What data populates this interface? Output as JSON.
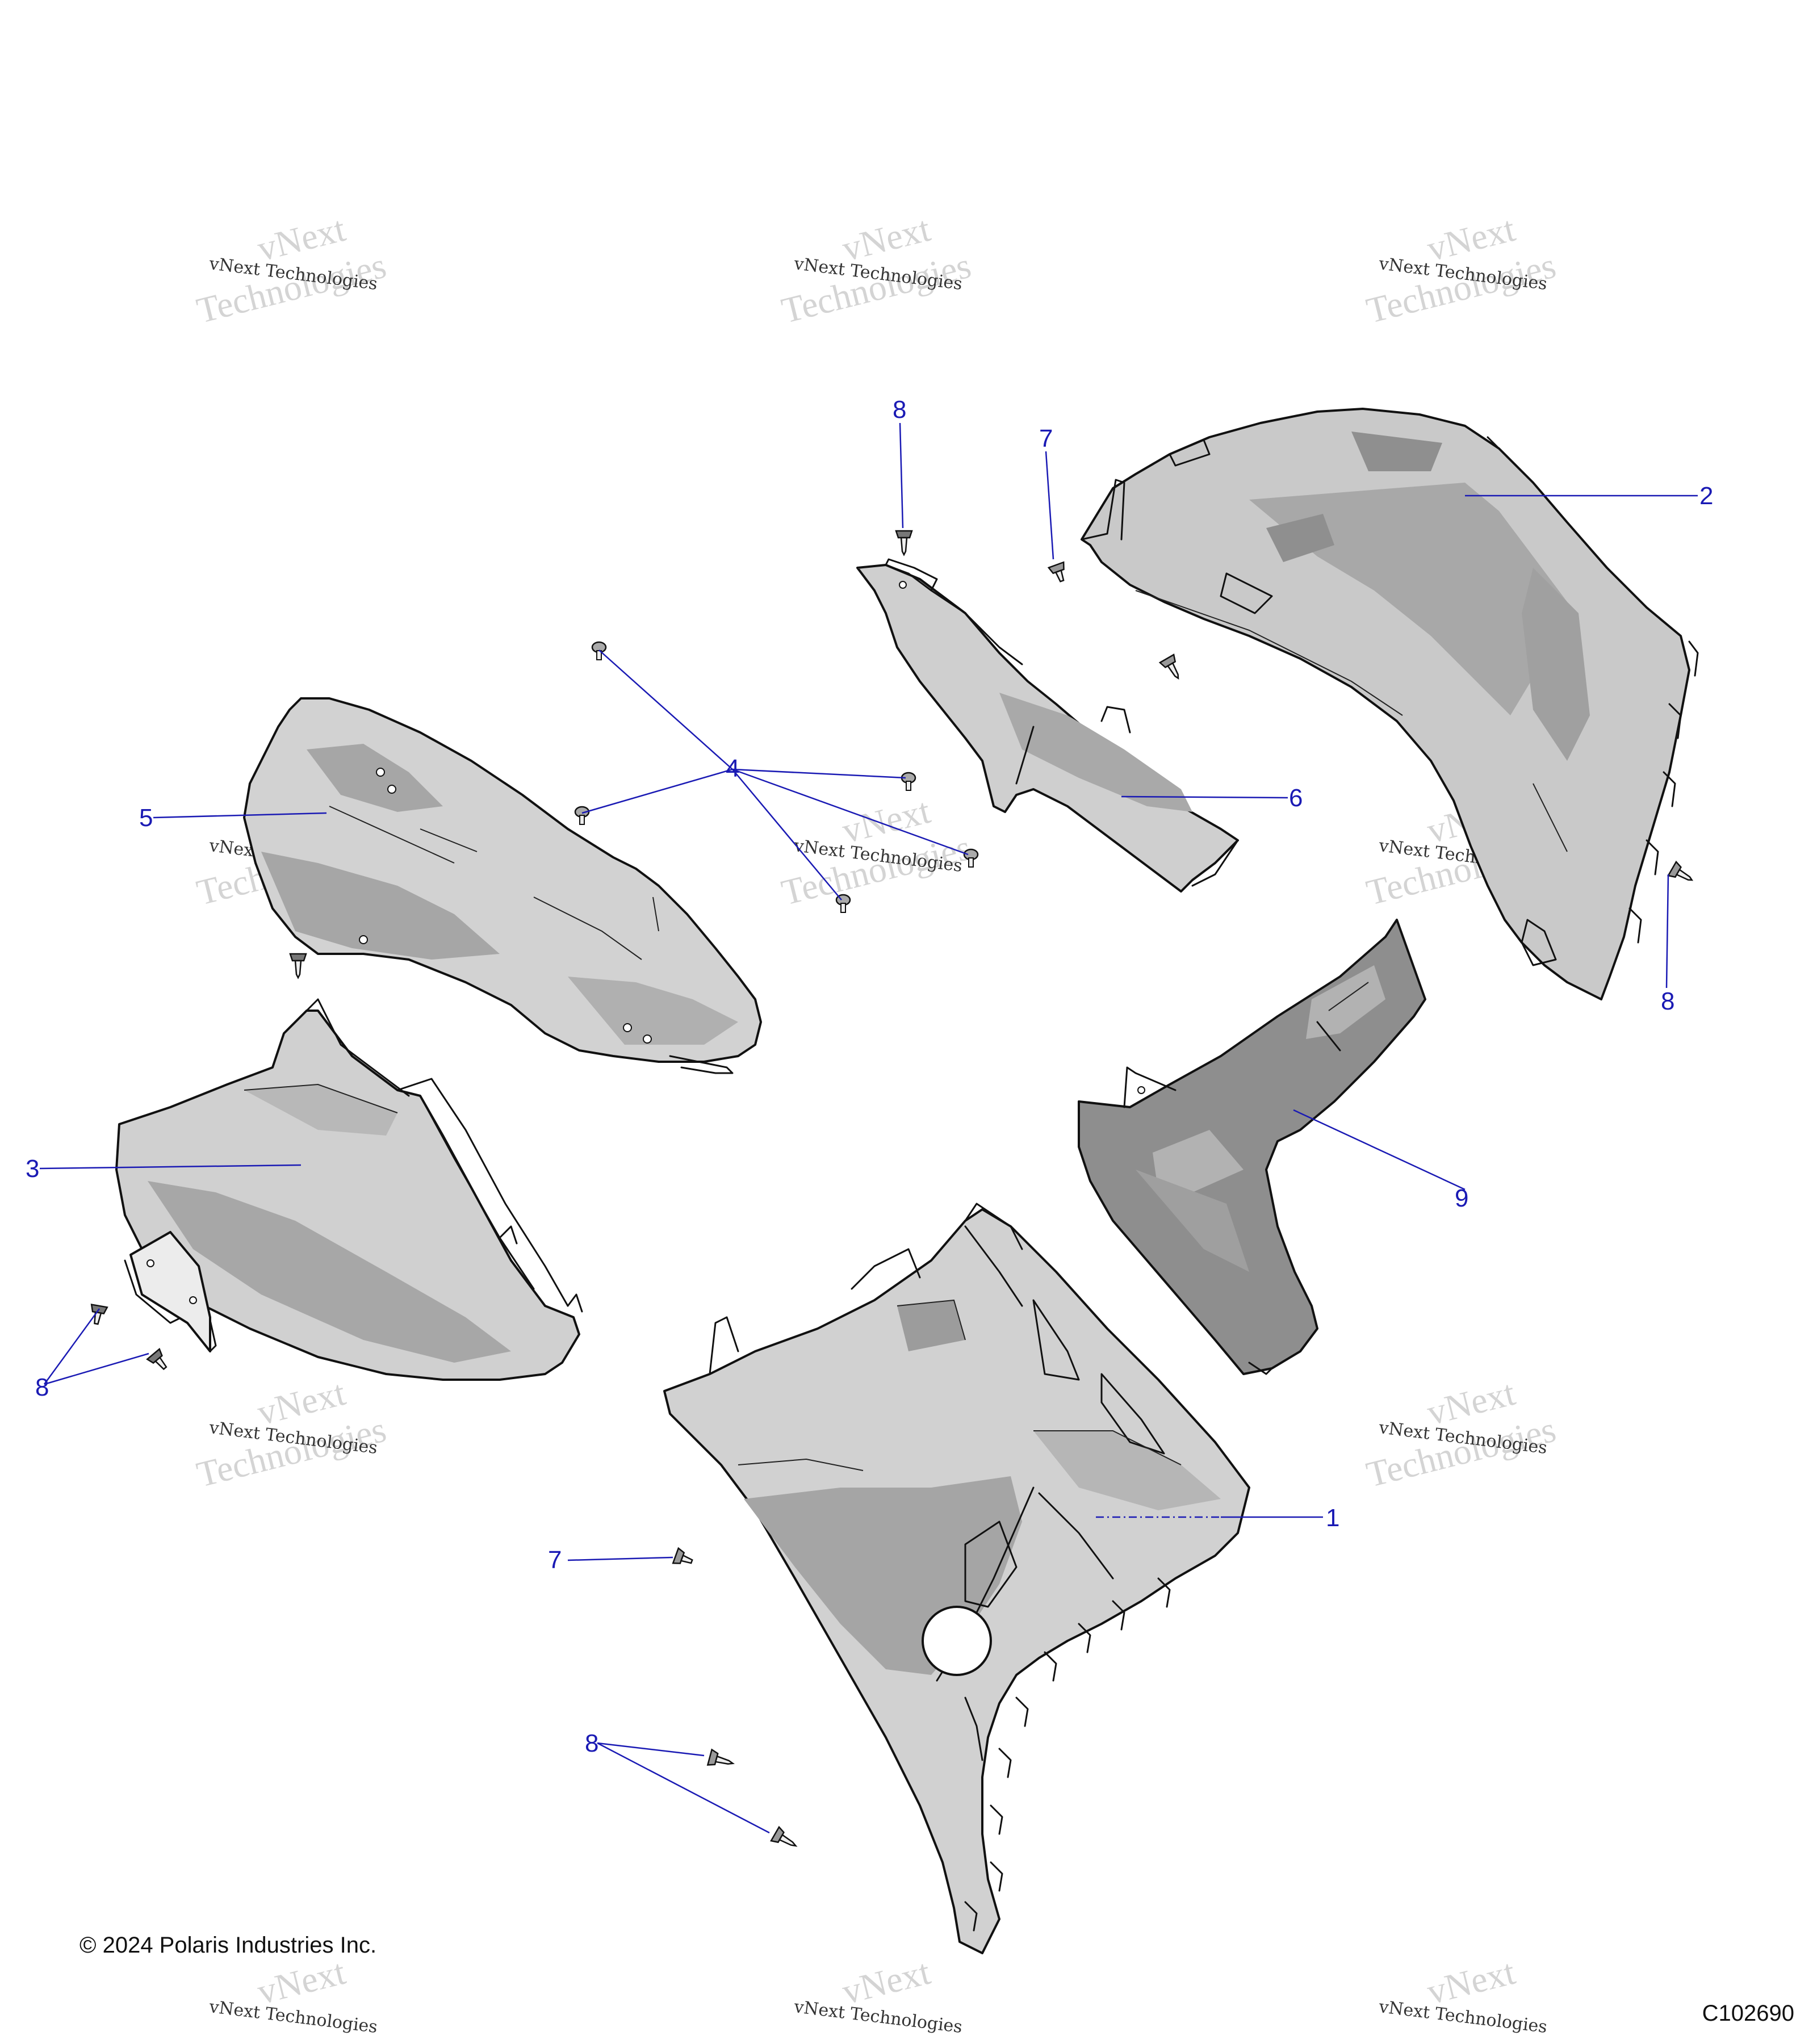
{
  "watermark": {
    "line_small": "vNext Technologies",
    "line_big_1": "vNext",
    "line_big_2": "Technologies"
  },
  "copyright": "© 2024 Polaris Industries Inc.",
  "drawing_number": "C102690",
  "callouts": {
    "c1": "1",
    "c2": "2",
    "c3": "3",
    "c4": "4",
    "c5": "5",
    "c6": "6",
    "c7_top": "7",
    "c7_bottom": "7",
    "c8_top": "8",
    "c8_right": "8",
    "c8_left": "8",
    "c8_bottom": "8",
    "c9": "9"
  },
  "colors": {
    "callout": "#1a1ab4",
    "panel_light": "#c8c8c8",
    "panel_dark": "#8c8c8c"
  }
}
